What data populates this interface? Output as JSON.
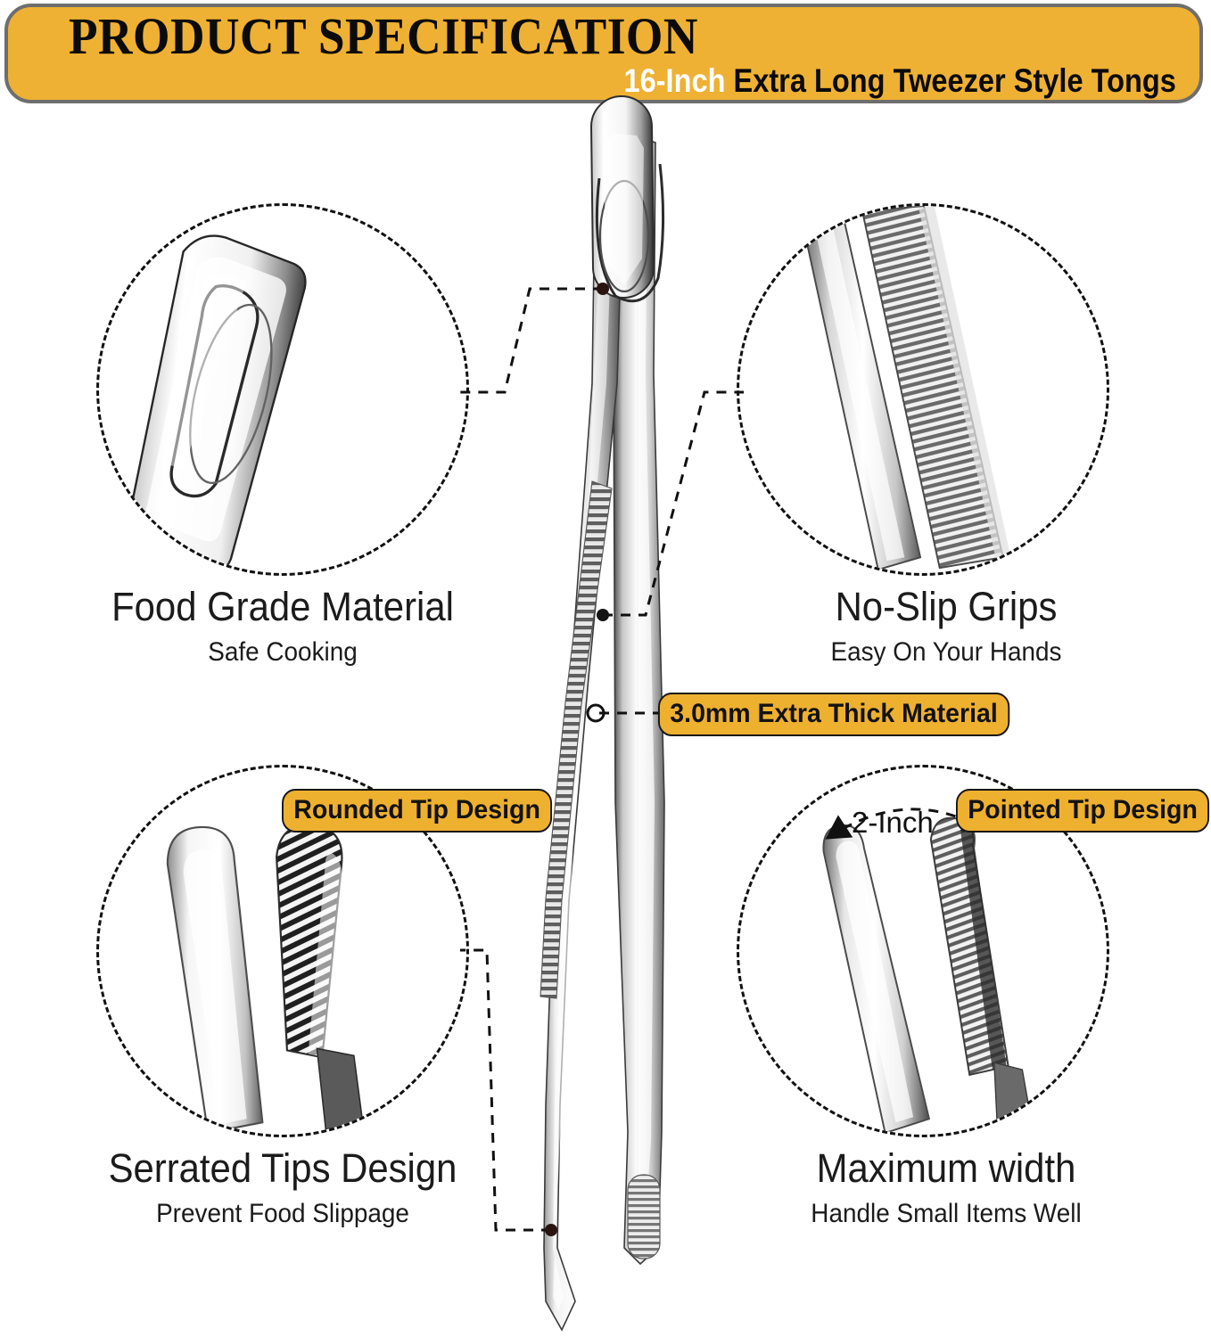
{
  "header": {
    "title": "PRODUCT SPECIFICATION",
    "subtitle_size": "16-Inch",
    "subtitle_rest": " Extra Long Tweezer Style Tongs",
    "banner_color": "#eeb133",
    "banner_border_color": "#6e6e6e",
    "size_text_color": "#ffffff",
    "rest_text_color": "#0b0b0b"
  },
  "product": {
    "name": "16-Inch Extra Long Tweezer Style Tongs",
    "hero_icon": "tweezer-tongs-illustration"
  },
  "features": [
    {
      "id": "food-grade-material",
      "title": "Food Grade Material",
      "subtitle": "Safe Cooking",
      "photo_icon": "tweezer-joint-clip-closeup"
    },
    {
      "id": "no-slip-grips",
      "title": "No-Slip Grips",
      "subtitle": "Easy On Your Hands",
      "photo_icon": "serrated-grip-closeup"
    },
    {
      "id": "serrated-tips-design",
      "title": "Serrated Tips Design",
      "subtitle": "Prevent Food Slippage",
      "photo_icon": "rounded-serrated-tips-closeup"
    },
    {
      "id": "maximum-width",
      "title": "Maximum width",
      "subtitle": "Handle Small Items Well",
      "photo_icon": "pointed-tips-closeup"
    }
  ],
  "badges": [
    {
      "id": "thickness",
      "label": "3.0mm Extra Thick Material"
    },
    {
      "id": "rounded-tip",
      "label": "Rounded Tip Design"
    },
    {
      "id": "pointed-tip",
      "label": "Pointed Tip Design"
    }
  ],
  "measurements": [
    {
      "id": "max-width",
      "label": "2-Inch"
    }
  ],
  "colors": {
    "accent_yellow": "#eeb02f",
    "banner_yellow": "#eeb133",
    "border_gray": "#6e6e6e",
    "callout_line": "#111111",
    "text_dark": "#1b1b1b"
  }
}
